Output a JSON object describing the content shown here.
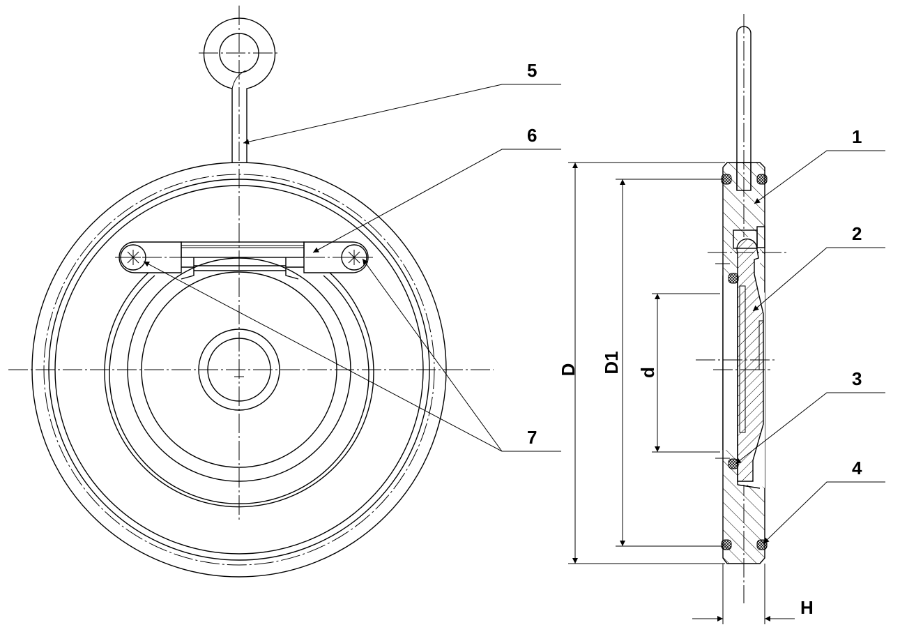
{
  "title": "Wafer swing check valve drawing",
  "part_labels": [
    "1",
    "2",
    "3",
    "4",
    "5",
    "6",
    "7"
  ],
  "dimensions": {
    "D": "D",
    "D1": "D1",
    "d": "d",
    "H": "H"
  },
  "colors": {
    "line": "#000000",
    "background": "#ffffff"
  }
}
